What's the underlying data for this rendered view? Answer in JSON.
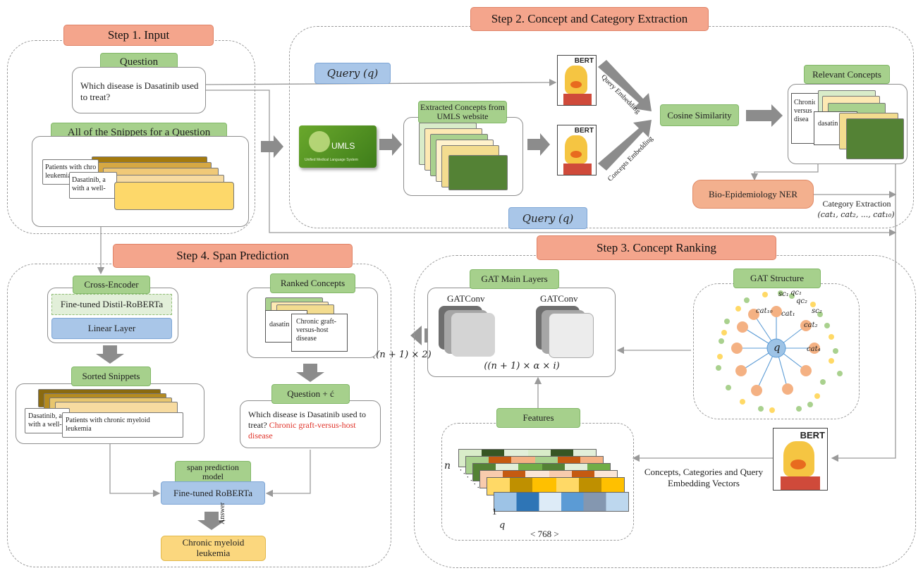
{
  "steps": {
    "step1": "Step 1. Input",
    "step2": "Step 2. Concept and Category Extraction",
    "step3": "Step 3. Concept Ranking",
    "step4": "Step 4. Span Prediction"
  },
  "input": {
    "question_label": "Question",
    "question_text": "Which disease is Dasatinib used to treat?",
    "snippets_label": "All of the Snippets for a Question",
    "snippet_1": "Patients with chro",
    "snippet_1b": "leukemia",
    "snippet_2": "Dasatinib, a",
    "snippet_2b": "with a well-"
  },
  "extraction": {
    "query_label": "Query (q)",
    "umls_logo_text": "UMLS",
    "umls_sub": "Unified Medical Language System",
    "extracted_label": "Extracted Concepts from UMLS website",
    "bert_tag": "BERT",
    "query_embedding": "Query Embedding",
    "concepts_embedding": "Concepts Embedding",
    "cosine": "Cosine Similarity",
    "relevant_label": "Relevant Concepts",
    "relevant_1": "Chronic",
    "relevant_2": "versus",
    "relevant_3": "disea",
    "relevant_4": "dasatin",
    "ner_label": "Bio-Epidemiology NER",
    "category_extraction": "Category Extraction",
    "category_list": "(cat₁, cat₂, ..., cat₁₀)",
    "query_label_2": "Query (q)"
  },
  "ranking": {
    "gat_main_label": "GAT Main Layers",
    "gatconv_1": "GATConv",
    "gatconv_2": "GATConv",
    "gat_dim": "((n + 1) × α × i)",
    "gat_structure_label": "GAT Structure",
    "node_q": "q",
    "node_cat10": "cat₁₀",
    "node_cat1": "cat₁",
    "node_cat2": "cat₂",
    "node_cat4": "cat₄",
    "node_sc1": "sc₁",
    "node_qc1": "qc₁",
    "node_qc2": "qc₂",
    "node_sc2": "sc₂",
    "features_label": "Features",
    "feat_n": "n",
    "feat_1": "1",
    "feat_q": "q",
    "feat_dim": "< 768 >",
    "bert_caption": "Concepts, Categories and Query Embedding Vectors",
    "output_dim": "((n + 1) × 2)"
  },
  "span": {
    "cross_encoder_label": "Cross-Encoder",
    "distil": "Fine-tuned Distil-RoBERTa",
    "linear": "Linear Layer",
    "sorted_label": "Sorted Snippets",
    "sorted_1": "Dasatinib, a",
    "sorted_1b": "with a well-",
    "sorted_2": "Patients with chronic myeloid leukemia",
    "ranked_label": "Ranked Concepts",
    "ranked_1": "dasatin",
    "ranked_2": "Chronic graft-versus-host disease",
    "question_c_label": "Question + ć",
    "qc_text": "Which disease is Dasatinib used to treat?",
    "qc_answer": "Chronic graft-versus-host disease",
    "span_model_label": "span prediction model",
    "roberta": "Fine-tuned RoBERTa",
    "answer_label": "Answer",
    "answer": "Chronic myeloid leukemia"
  },
  "colors": {
    "step_bar": "#f4a58c",
    "green_label": "#a6d08c",
    "blue_box": "#a9c6e8",
    "answer_box": "#fbd77e",
    "answer_red": "#e0332a"
  }
}
